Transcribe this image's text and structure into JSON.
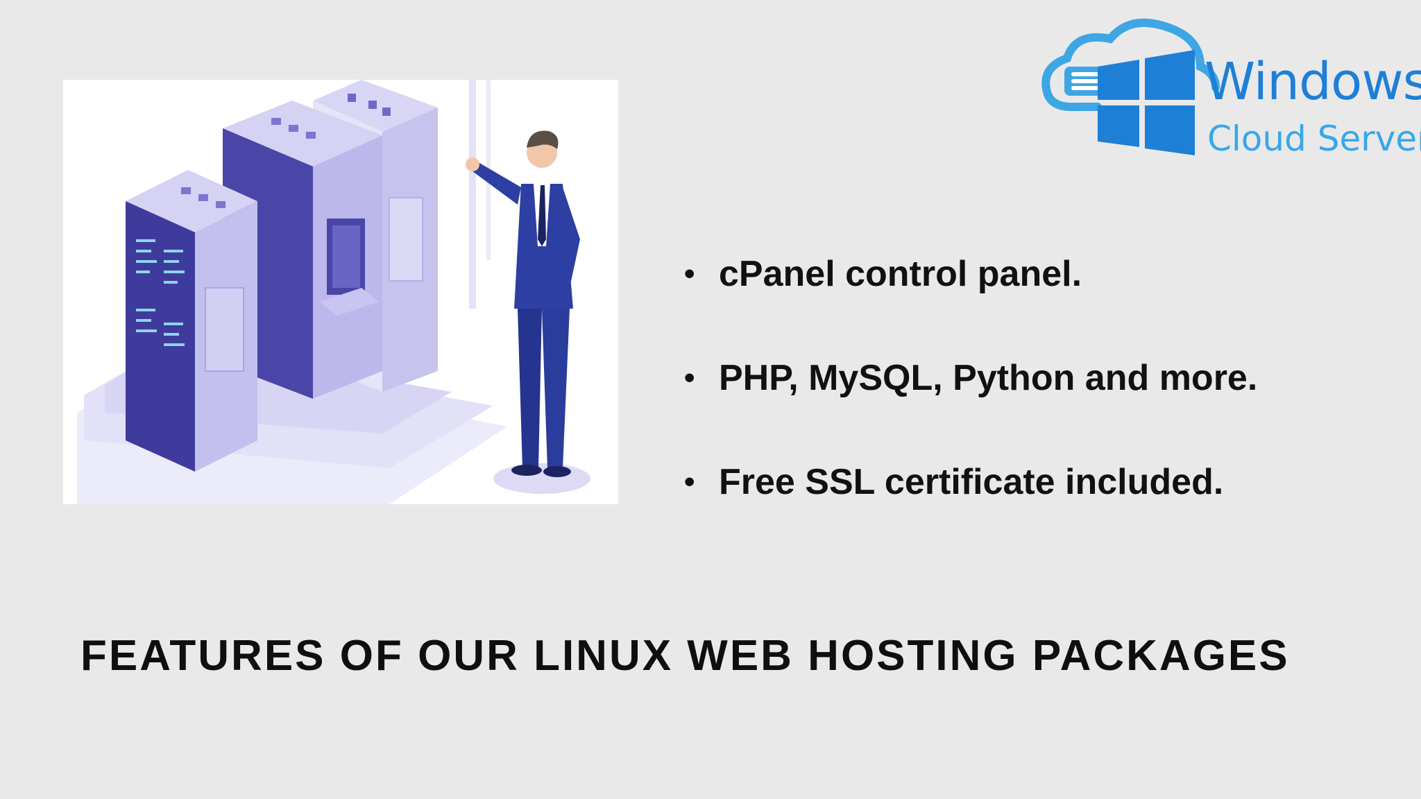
{
  "logo": {
    "line1": "Windows",
    "line2": "Cloud Server",
    "icon": "windows-cloud-server-logo",
    "colors": {
      "primary": "#1e7fd6",
      "secondary": "#38a7e8"
    }
  },
  "illustration": {
    "icon": "server-racks-businessman-illustration",
    "colors": {
      "server": "#b7b3ea",
      "server_dark": "#4a46a8",
      "suit": "#2d3fa3"
    }
  },
  "features": [
    {
      "bullet": "•",
      "text": "cPanel control panel."
    },
    {
      "bullet": "•",
      "text": "PHP, MySQL, Python and more."
    },
    {
      "bullet": "•",
      "text": "Free SSL certificate included."
    }
  ],
  "heading": "FEATURES OF OUR LINUX WEB HOSTING PACKAGES"
}
